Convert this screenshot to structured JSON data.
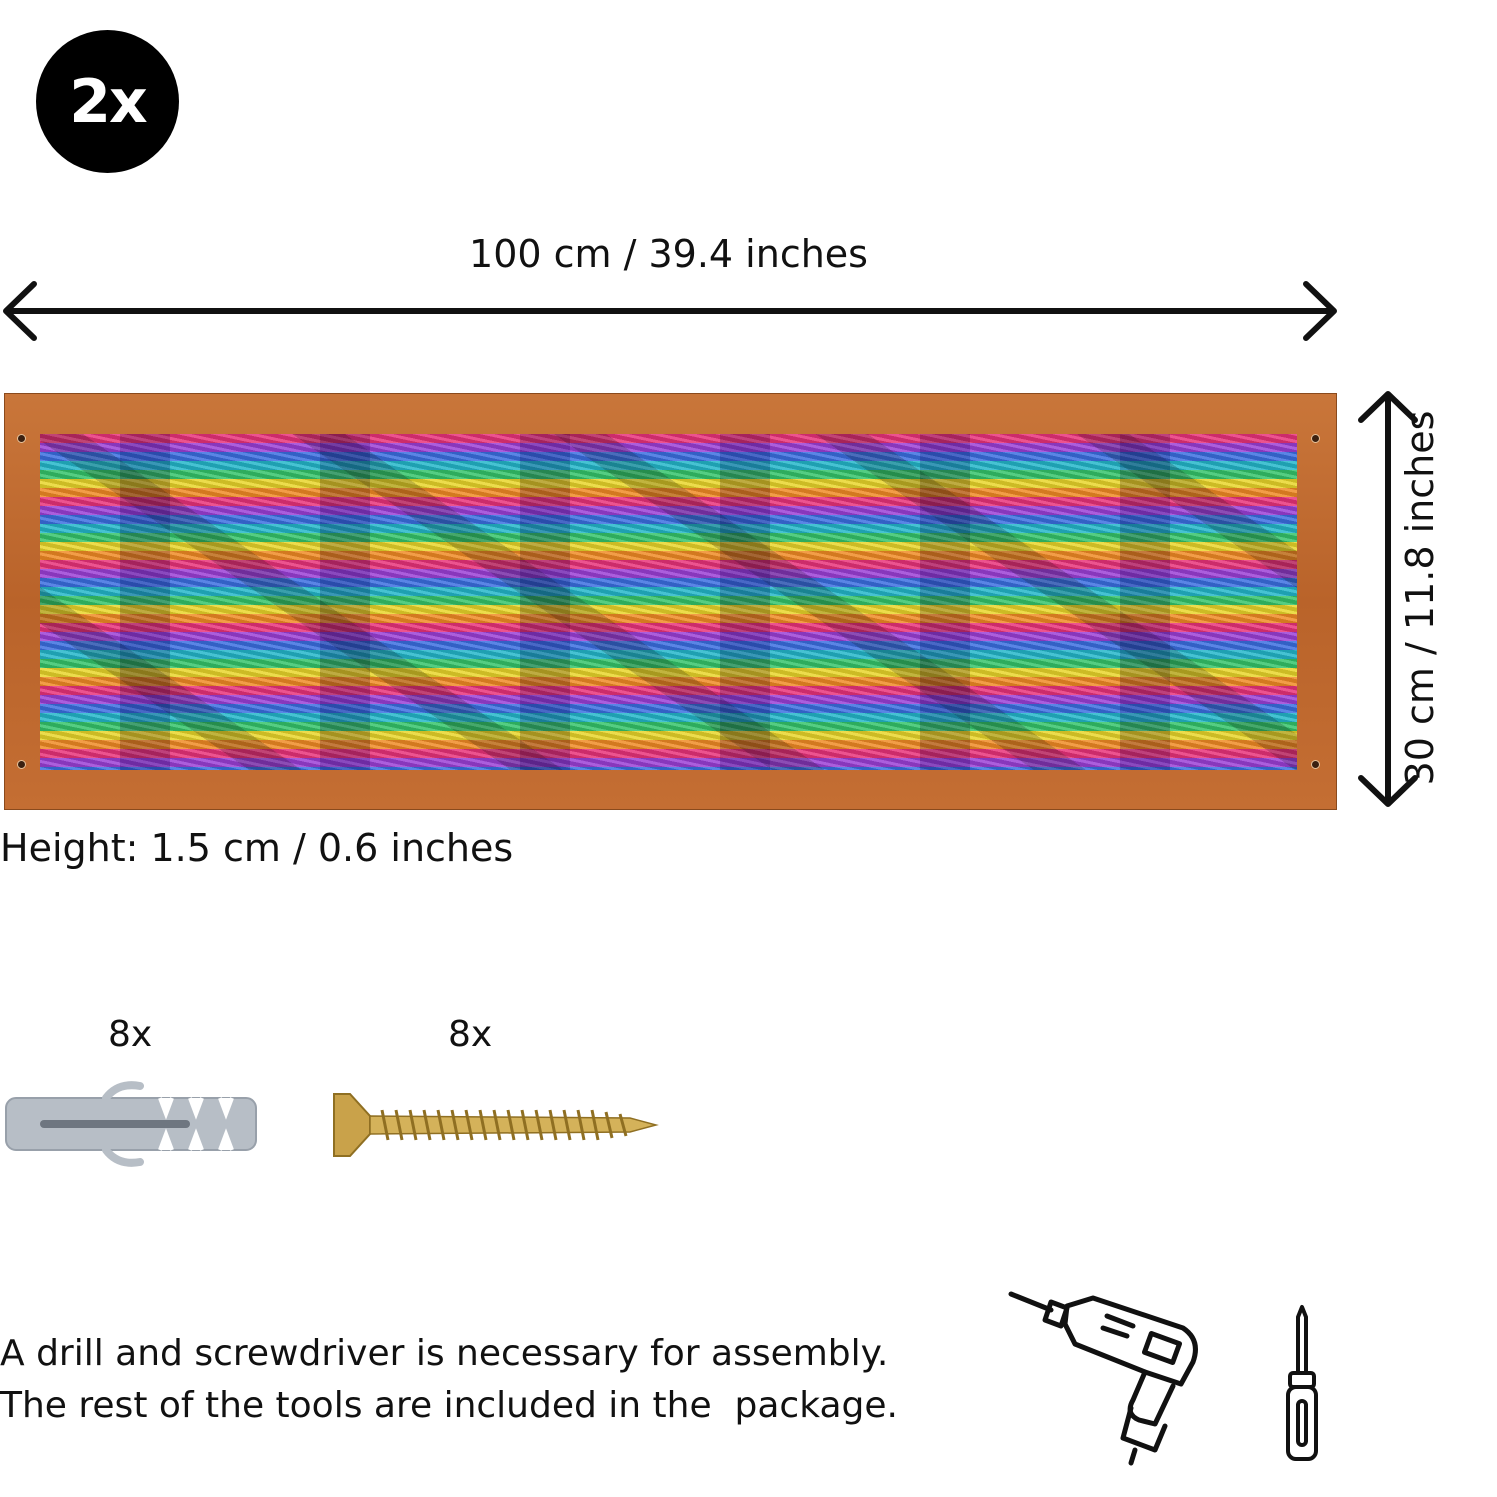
{
  "badge": {
    "label": "2x"
  },
  "dimensions": {
    "width_label": "100 cm / 39.4 inches",
    "height_label": "30 cm / 11.8 inches",
    "depth_label": "Height: 1.5 cm / 0.6 inches"
  },
  "hardware": {
    "anchor_count": "8x",
    "screw_count": "8x"
  },
  "note": {
    "line1": "A drill and screwdriver is necessary for assembly.",
    "line2": "The rest of the tools are included in the  package."
  },
  "colors": {
    "frame": "#c46e33",
    "anchor": "#b7bec6",
    "screw": "#c9a24a",
    "sequins": [
      "#e8327a",
      "#9b3fd6",
      "#3a6ee0",
      "#23b6c9",
      "#34c46a",
      "#e8d52a",
      "#f08a24"
    ]
  },
  "icons": {
    "tools": [
      "drill-icon",
      "screwdriver-icon"
    ]
  }
}
